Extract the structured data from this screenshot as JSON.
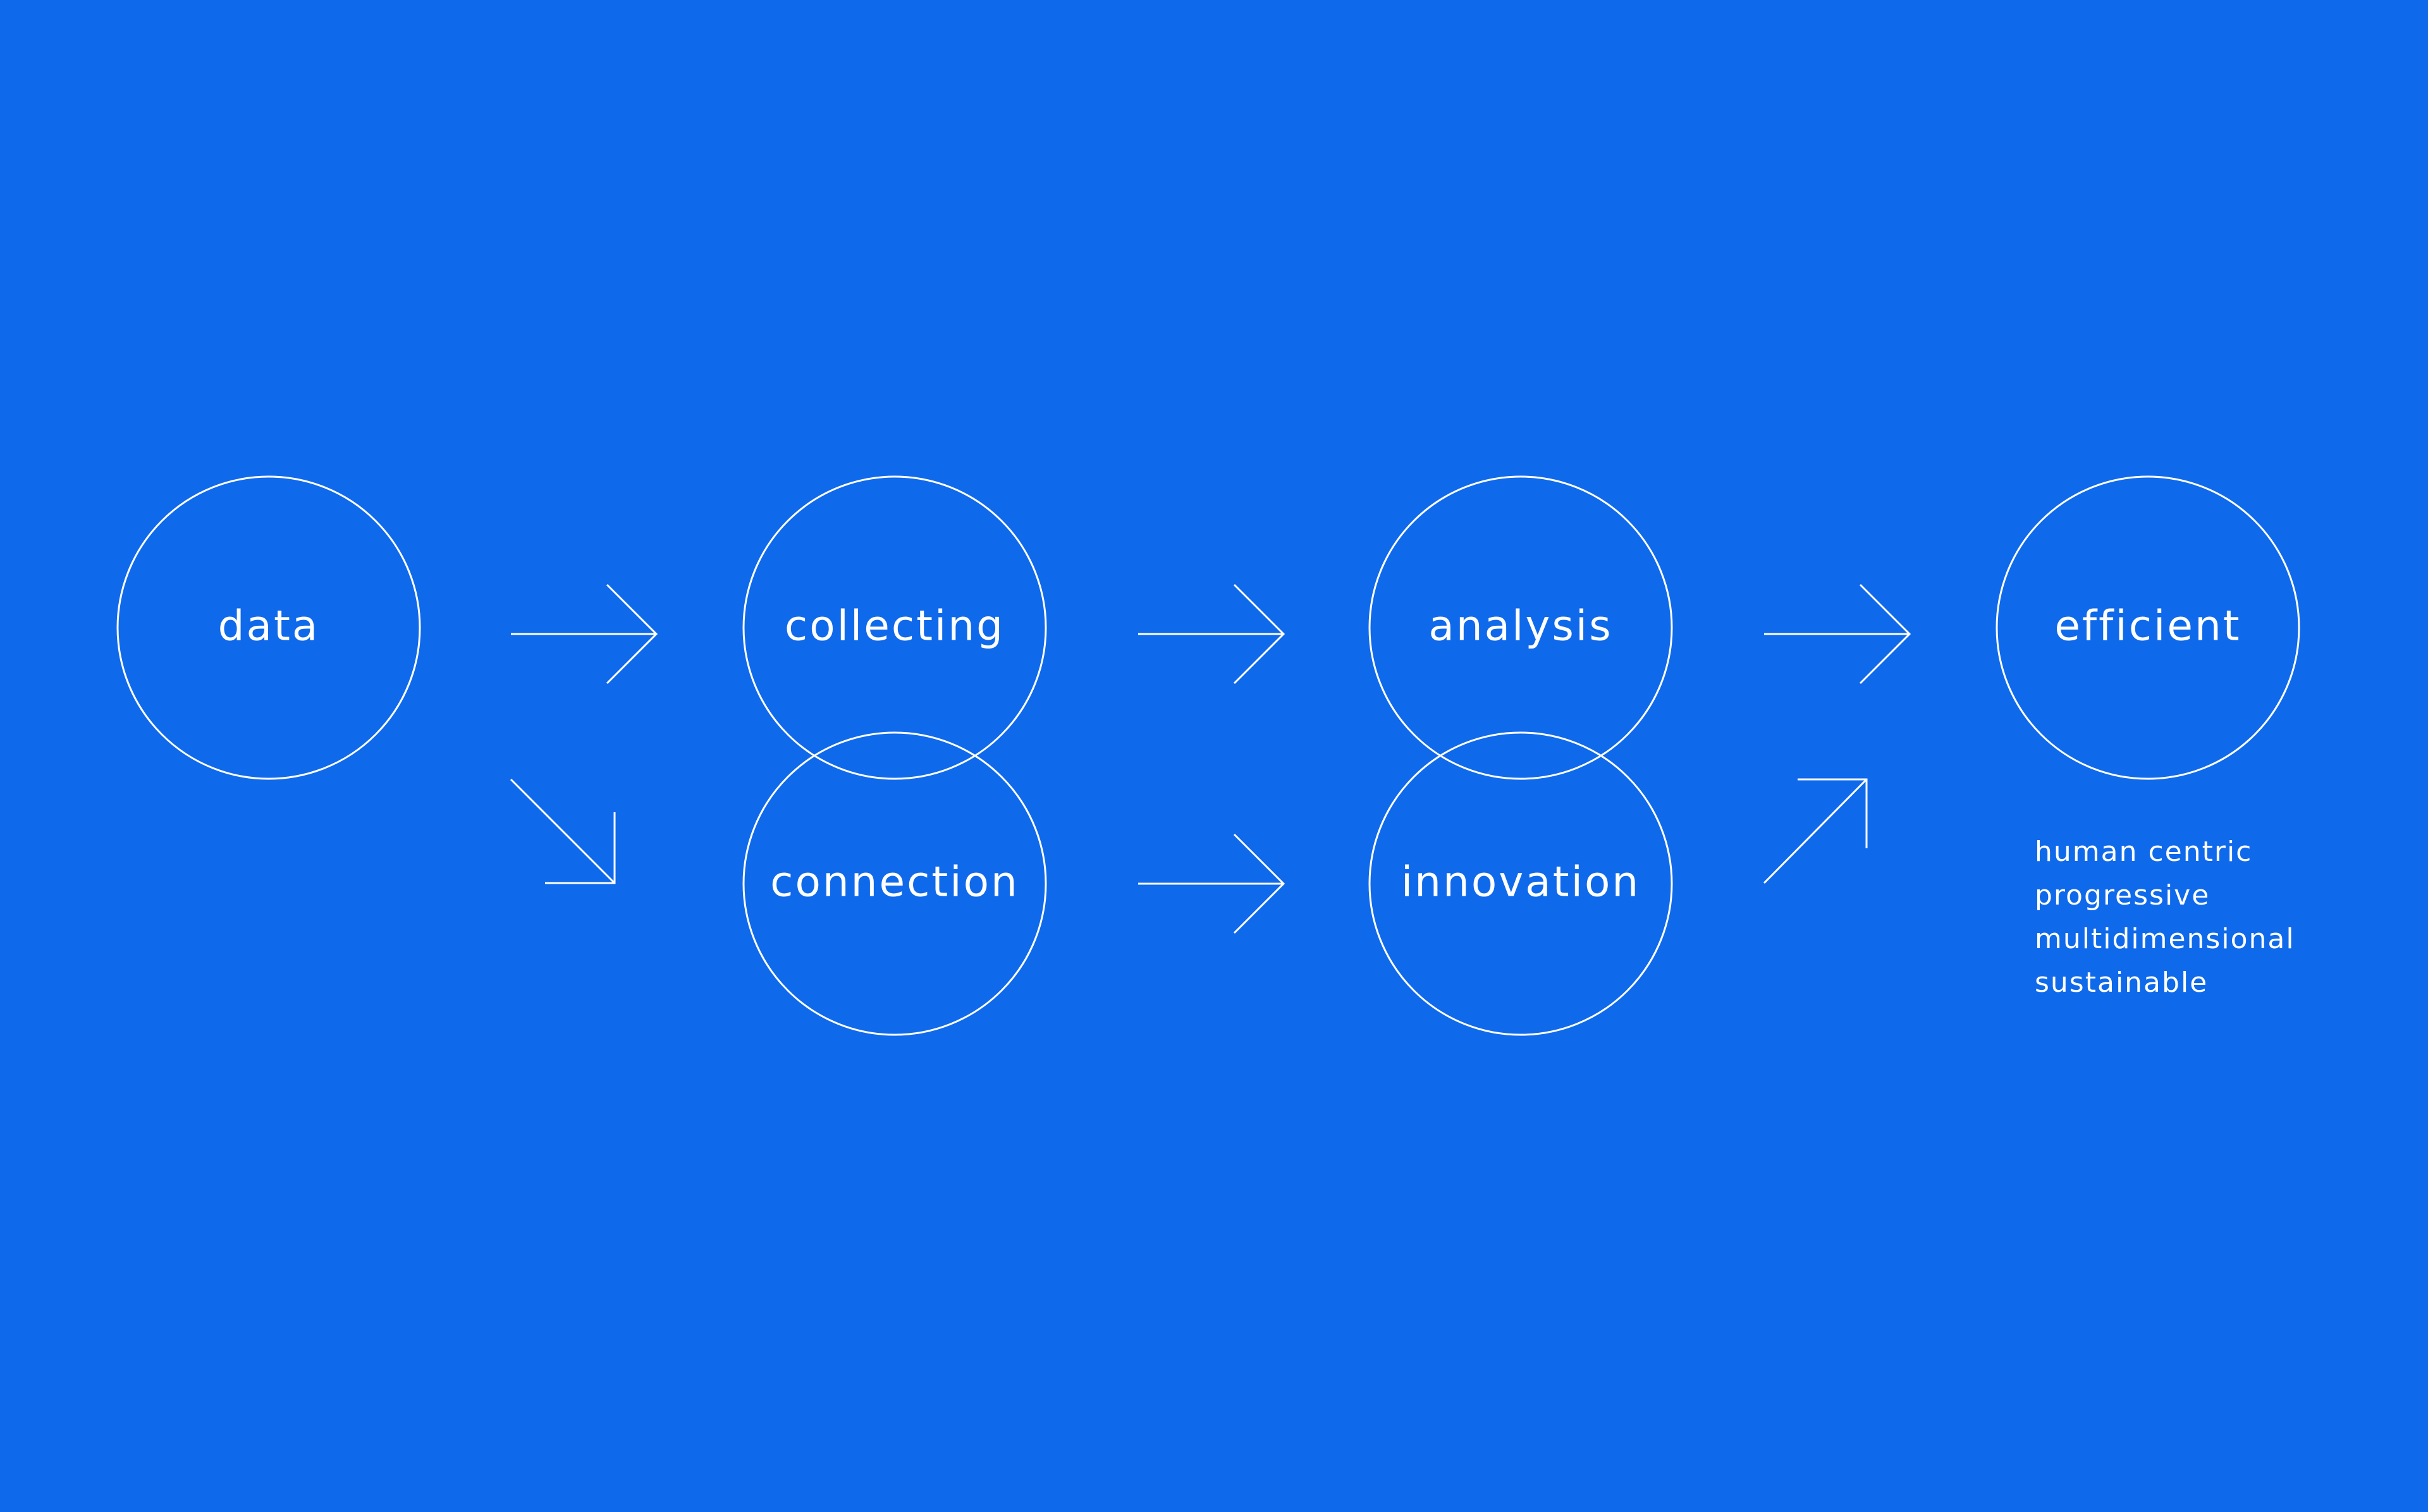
{
  "theme": {
    "background": "#0f69eb",
    "foreground": "#ffffff"
  },
  "nodes": {
    "data": "data",
    "collecting": "collecting",
    "connection": "connection",
    "analysis": "analysis",
    "innovation": "innovation",
    "efficient": "efficient"
  },
  "attributes": [
    "human centric",
    "progressive",
    "multidimensional",
    "sustainable"
  ],
  "edges": [
    {
      "from": "data",
      "to": "collecting"
    },
    {
      "from": "data",
      "to": "connection"
    },
    {
      "from": "collecting",
      "to": "analysis"
    },
    {
      "from": "connection",
      "to": "innovation"
    },
    {
      "from": "analysis",
      "to": "efficient"
    },
    {
      "from": "innovation",
      "to": "efficient"
    }
  ]
}
